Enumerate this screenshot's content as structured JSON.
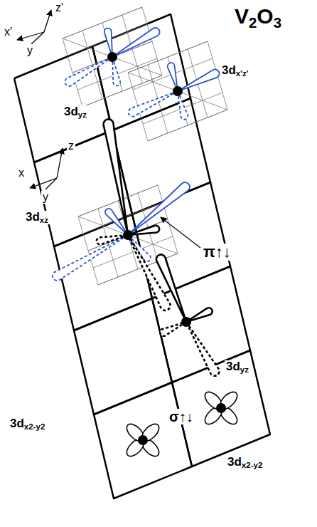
{
  "diagram": {
    "title": "V2O3",
    "labels": [
      "z'",
      "x'",
      "y",
      "3dx'z'",
      "3dyz",
      "z",
      "x",
      "y",
      "3dxz",
      "π↑↓",
      "3dyz",
      "3dx2-y2",
      "σ↑↓",
      "3dx2-y2"
    ]
  }
}
